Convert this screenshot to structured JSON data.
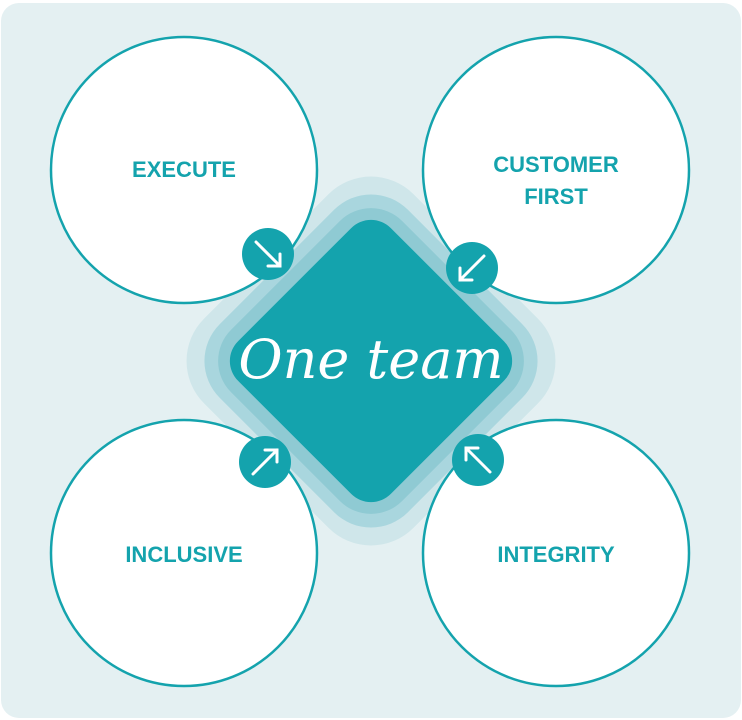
{
  "diagram": {
    "center": {
      "label": "One team"
    },
    "values": [
      {
        "id": "execute",
        "lines": [
          "EXECUTE"
        ]
      },
      {
        "id": "customer-first",
        "lines": [
          "CUSTOMER",
          "FIRST"
        ]
      },
      {
        "id": "inclusive",
        "lines": [
          "INCLUSIVE"
        ]
      },
      {
        "id": "integrity",
        "lines": [
          "INTEGRITY"
        ]
      }
    ]
  },
  "colors": {
    "teal": "#14a3ad",
    "background": "#e4f0f2",
    "halo_outer": "#cfe6ea",
    "halo_mid": "#a9d6de",
    "halo_inner": "#8fcad3",
    "circle_fill": "#ffffff"
  }
}
